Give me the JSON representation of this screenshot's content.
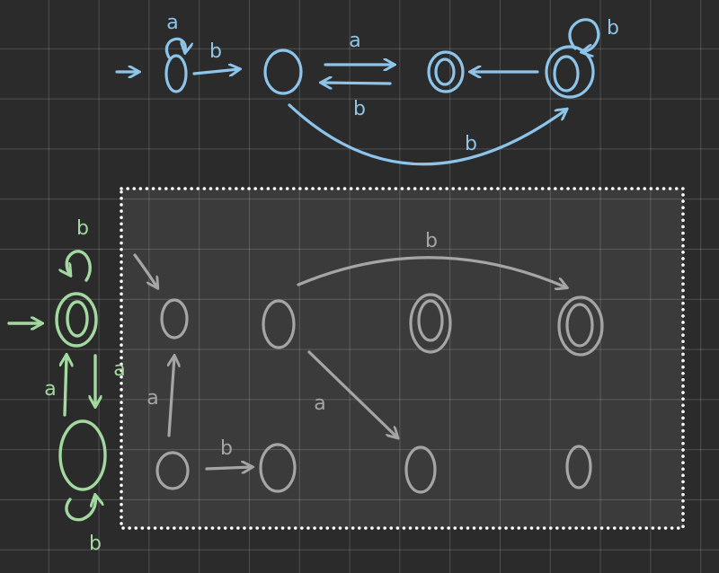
{
  "colors": {
    "background": "#2b2b2b",
    "blue_automaton": "#8cc4ea",
    "green_automaton": "#a3d9a1",
    "grey_automaton": "#a5a5a5",
    "selection_border": "#ffffff"
  },
  "blue_automaton": {
    "self_loop_a": "a",
    "edge_start_to_s1": "b",
    "edge_s1_to_s2": "a",
    "edge_s2_to_s1": "b",
    "edge_s1_to_s3_curve": "b",
    "self_loop_s3": "b"
  },
  "green_automaton": {
    "self_loop_top": "b",
    "edge_down": "a",
    "edge_up": "a",
    "self_loop_bottom": "b"
  },
  "grey_automaton": {
    "edge_curve_top": "b",
    "edge_diagonal": "a",
    "edge_up_left": "a",
    "edge_bottom_row": "b"
  }
}
